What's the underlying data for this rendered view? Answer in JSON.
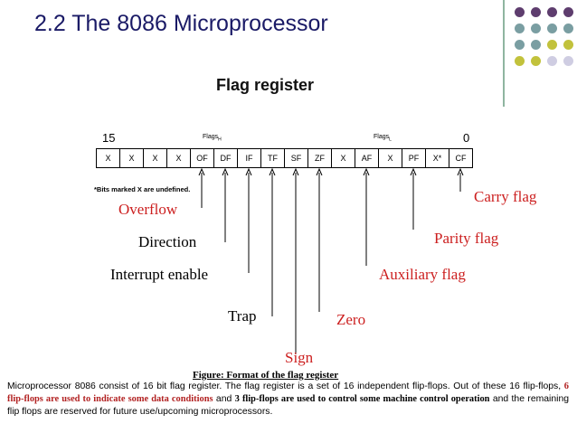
{
  "slide": {
    "title": "2.2  The 8086 Microprocessor",
    "subtitle": "Flag register"
  },
  "decoration": {
    "divider_color": "#8fb5a0",
    "dot_colors": {
      "purple": "#5e3d6e",
      "teal": "#7a9ea2",
      "olive": "#c2c23c",
      "lavender": "#cfcde2"
    },
    "dot_grid": [
      [
        "purple",
        "purple",
        "purple",
        "purple"
      ],
      [
        "teal",
        "teal",
        "teal",
        "teal"
      ],
      [
        "teal",
        "teal",
        "olive",
        "olive"
      ],
      [
        "olive",
        "olive",
        "lavender",
        "lavender"
      ]
    ]
  },
  "register": {
    "msb_label": "15",
    "lsb_label": "0",
    "high_byte_label": "Flags",
    "high_byte_sub": "H",
    "low_byte_label": "Flags",
    "low_byte_sub": "L",
    "bits": [
      "X",
      "X",
      "X",
      "X",
      "OF",
      "DF",
      "IF",
      "TF",
      "SF",
      "ZF",
      "X",
      "AF",
      "X",
      "PF",
      "X*",
      "CF"
    ],
    "note": "*Bits marked X are undefined."
  },
  "flags": {
    "overflow": "Overflow",
    "direction": "Direction",
    "interrupt": "Interrupt enable",
    "trap": "Trap",
    "sign": "Sign",
    "zero": "Zero",
    "auxiliary": "Auxiliary flag",
    "parity": "Parity flag",
    "carry": "Carry flag"
  },
  "caption": "Figure: Format of the flag register",
  "description": {
    "part1": "Microprocessor 8086 consist of 16 bit flag register. The flag register is a set of 16 independent flip-flops. Out of these 16 flip-flops, ",
    "highlight1": "6 flip-flops are used to indicate some data conditions",
    "part2": " and ",
    "highlight2": "3 flip-flops are used to control some machine control operation",
    "part3": " and the remaining flip flops are reserved for future use/upcoming microprocessors."
  }
}
